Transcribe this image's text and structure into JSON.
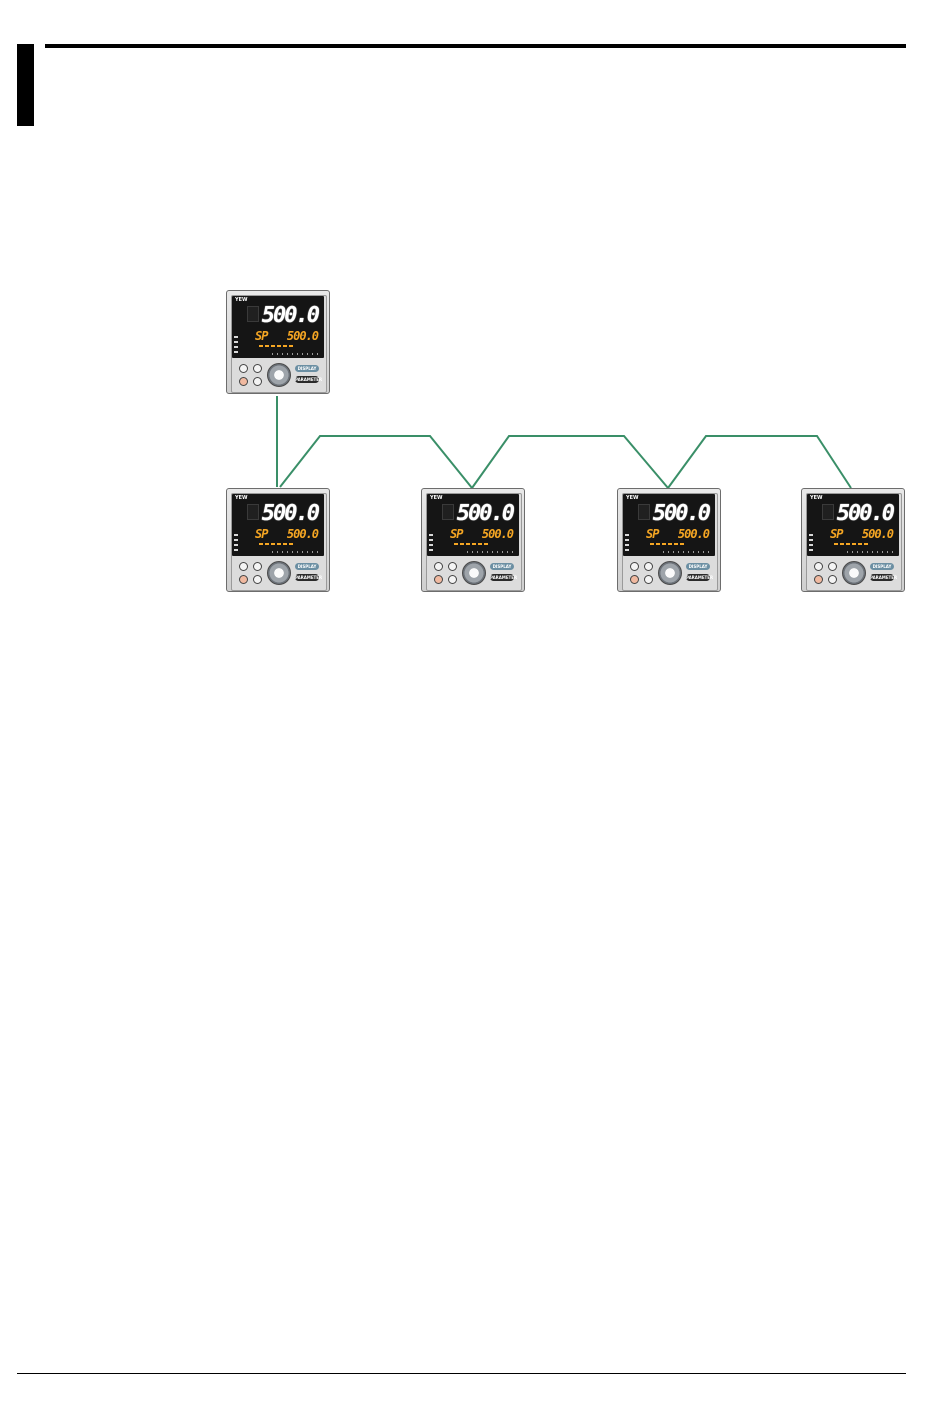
{
  "page": {
    "header_rule": "",
    "footer_rule": ""
  },
  "colors": {
    "wire": "#3a8f68",
    "sp_text": "#f5a623",
    "display_bg": "#151515"
  },
  "network": {
    "topology": "daisy-chain",
    "controllers": [
      {
        "id": "master",
        "logo": "YEW",
        "pv": "500.0",
        "sp_label": "SP",
        "sv": "500.0",
        "display_key": "DISPLAY",
        "param_key": "PARAMETER"
      },
      {
        "id": "slave-1",
        "logo": "YEW",
        "pv": "500.0",
        "sp_label": "SP",
        "sv": "500.0",
        "display_key": "DISPLAY",
        "param_key": "PARAMETER"
      },
      {
        "id": "slave-2",
        "logo": "YEW",
        "pv": "500.0",
        "sp_label": "SP",
        "sv": "500.0",
        "display_key": "DISPLAY",
        "param_key": "PARAMETER"
      },
      {
        "id": "slave-3",
        "logo": "YEW",
        "pv": "500.0",
        "sp_label": "SP",
        "sv": "500.0",
        "display_key": "DISPLAY",
        "param_key": "PARAMETER"
      },
      {
        "id": "slave-4",
        "logo": "YEW",
        "pv": "500.0",
        "sp_label": "SP",
        "sv": "500.0",
        "display_key": "DISPLAY",
        "param_key": "PARAMETER"
      }
    ],
    "links": [
      {
        "from": "master",
        "to": "slave-1"
      },
      {
        "from": "slave-1",
        "to": "slave-2"
      },
      {
        "from": "slave-2",
        "to": "slave-3"
      },
      {
        "from": "slave-3",
        "to": "slave-4"
      }
    ]
  }
}
